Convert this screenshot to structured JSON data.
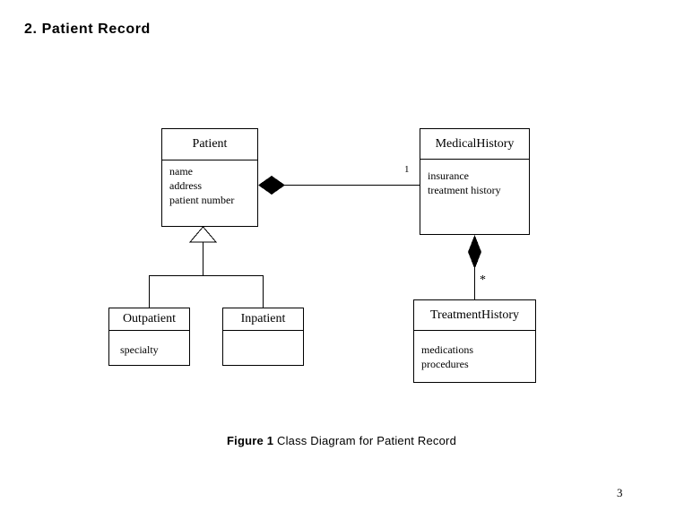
{
  "page": {
    "heading": "2. Patient Record",
    "caption_label": "Figure 1",
    "caption_text": "Class Diagram for Patient Record",
    "page_number": "3"
  },
  "diagram": {
    "classes": {
      "patient": {
        "name": "Patient",
        "attributes": [
          "name",
          "address",
          "patient number"
        ]
      },
      "medical_history": {
        "name": "MedicalHistory",
        "attributes": [
          "insurance",
          "treatment history"
        ]
      },
      "outpatient": {
        "name": "Outpatient",
        "attributes": [
          "specialty"
        ]
      },
      "inpatient": {
        "name": "Inpatient",
        "attributes": []
      },
      "treatment_history": {
        "name": "TreatmentHistory",
        "attributes": [
          "medications",
          "procedures"
        ]
      }
    },
    "relationships": {
      "patient_medical_history": "aggregation",
      "medical_history_treatment_history": "composition",
      "patient_children": "generalization"
    },
    "multiplicities": {
      "medical_history": "1",
      "treatment_history": "*"
    },
    "colors": {
      "line": "#000000",
      "background": "#ffffff"
    }
  }
}
